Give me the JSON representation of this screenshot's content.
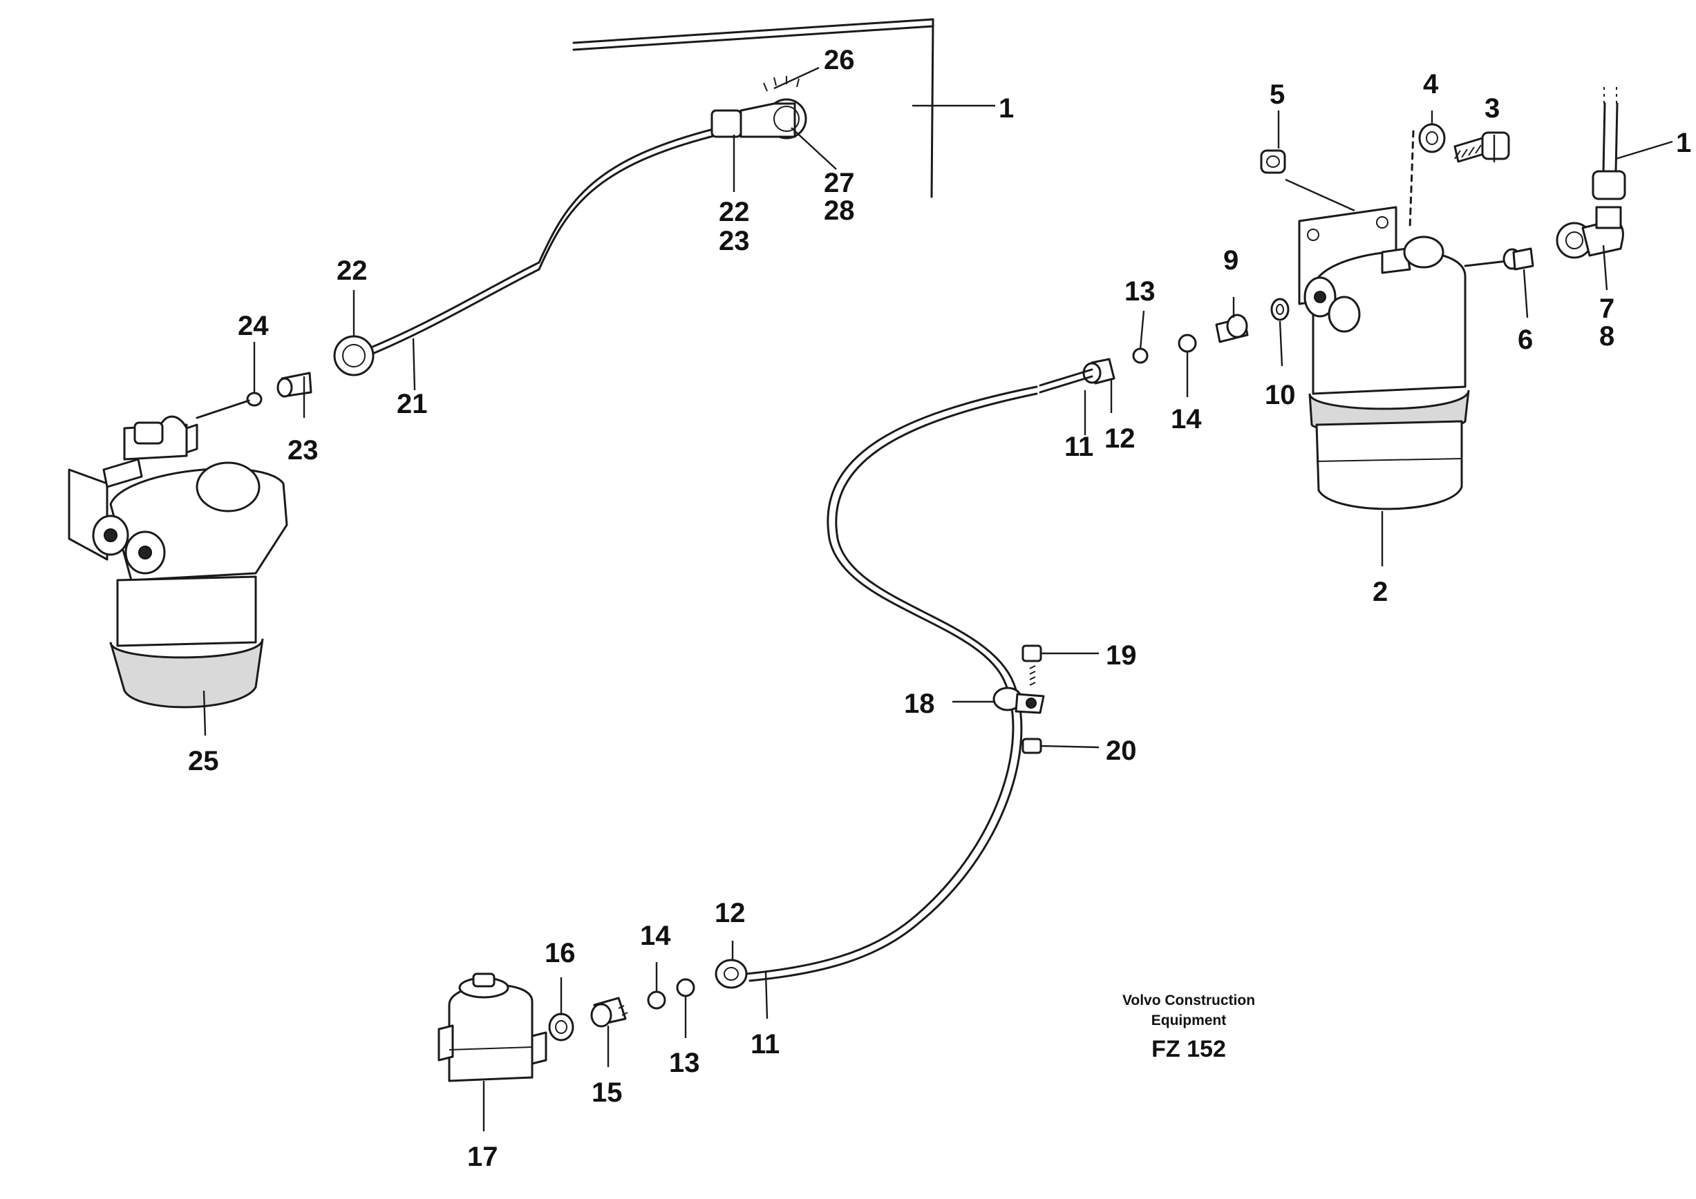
{
  "diagram": {
    "callouts": {
      "c1a": "1",
      "c1b": "1",
      "c2": "2",
      "c3": "3",
      "c4": "4",
      "c5": "5",
      "c6": "6",
      "c7": "7",
      "c8": "8",
      "c9": "9",
      "c10": "10",
      "c11a": "11",
      "c11b": "11",
      "c12a": "12",
      "c12b": "12",
      "c13a": "13",
      "c13b": "13",
      "c14a": "14",
      "c14b": "14",
      "c15": "15",
      "c16": "16",
      "c17": "17",
      "c18": "18",
      "c19": "19",
      "c20": "20",
      "c21": "21",
      "c22a": "22",
      "c22b": "22",
      "c23a": "23",
      "c23b": "23",
      "c24": "24",
      "c25": "25",
      "c26": "26",
      "c27": "27",
      "c28": "28"
    },
    "caption_line1": "Volvo Construction",
    "caption_line2": "Equipment",
    "drawing_code": "FZ 152"
  }
}
